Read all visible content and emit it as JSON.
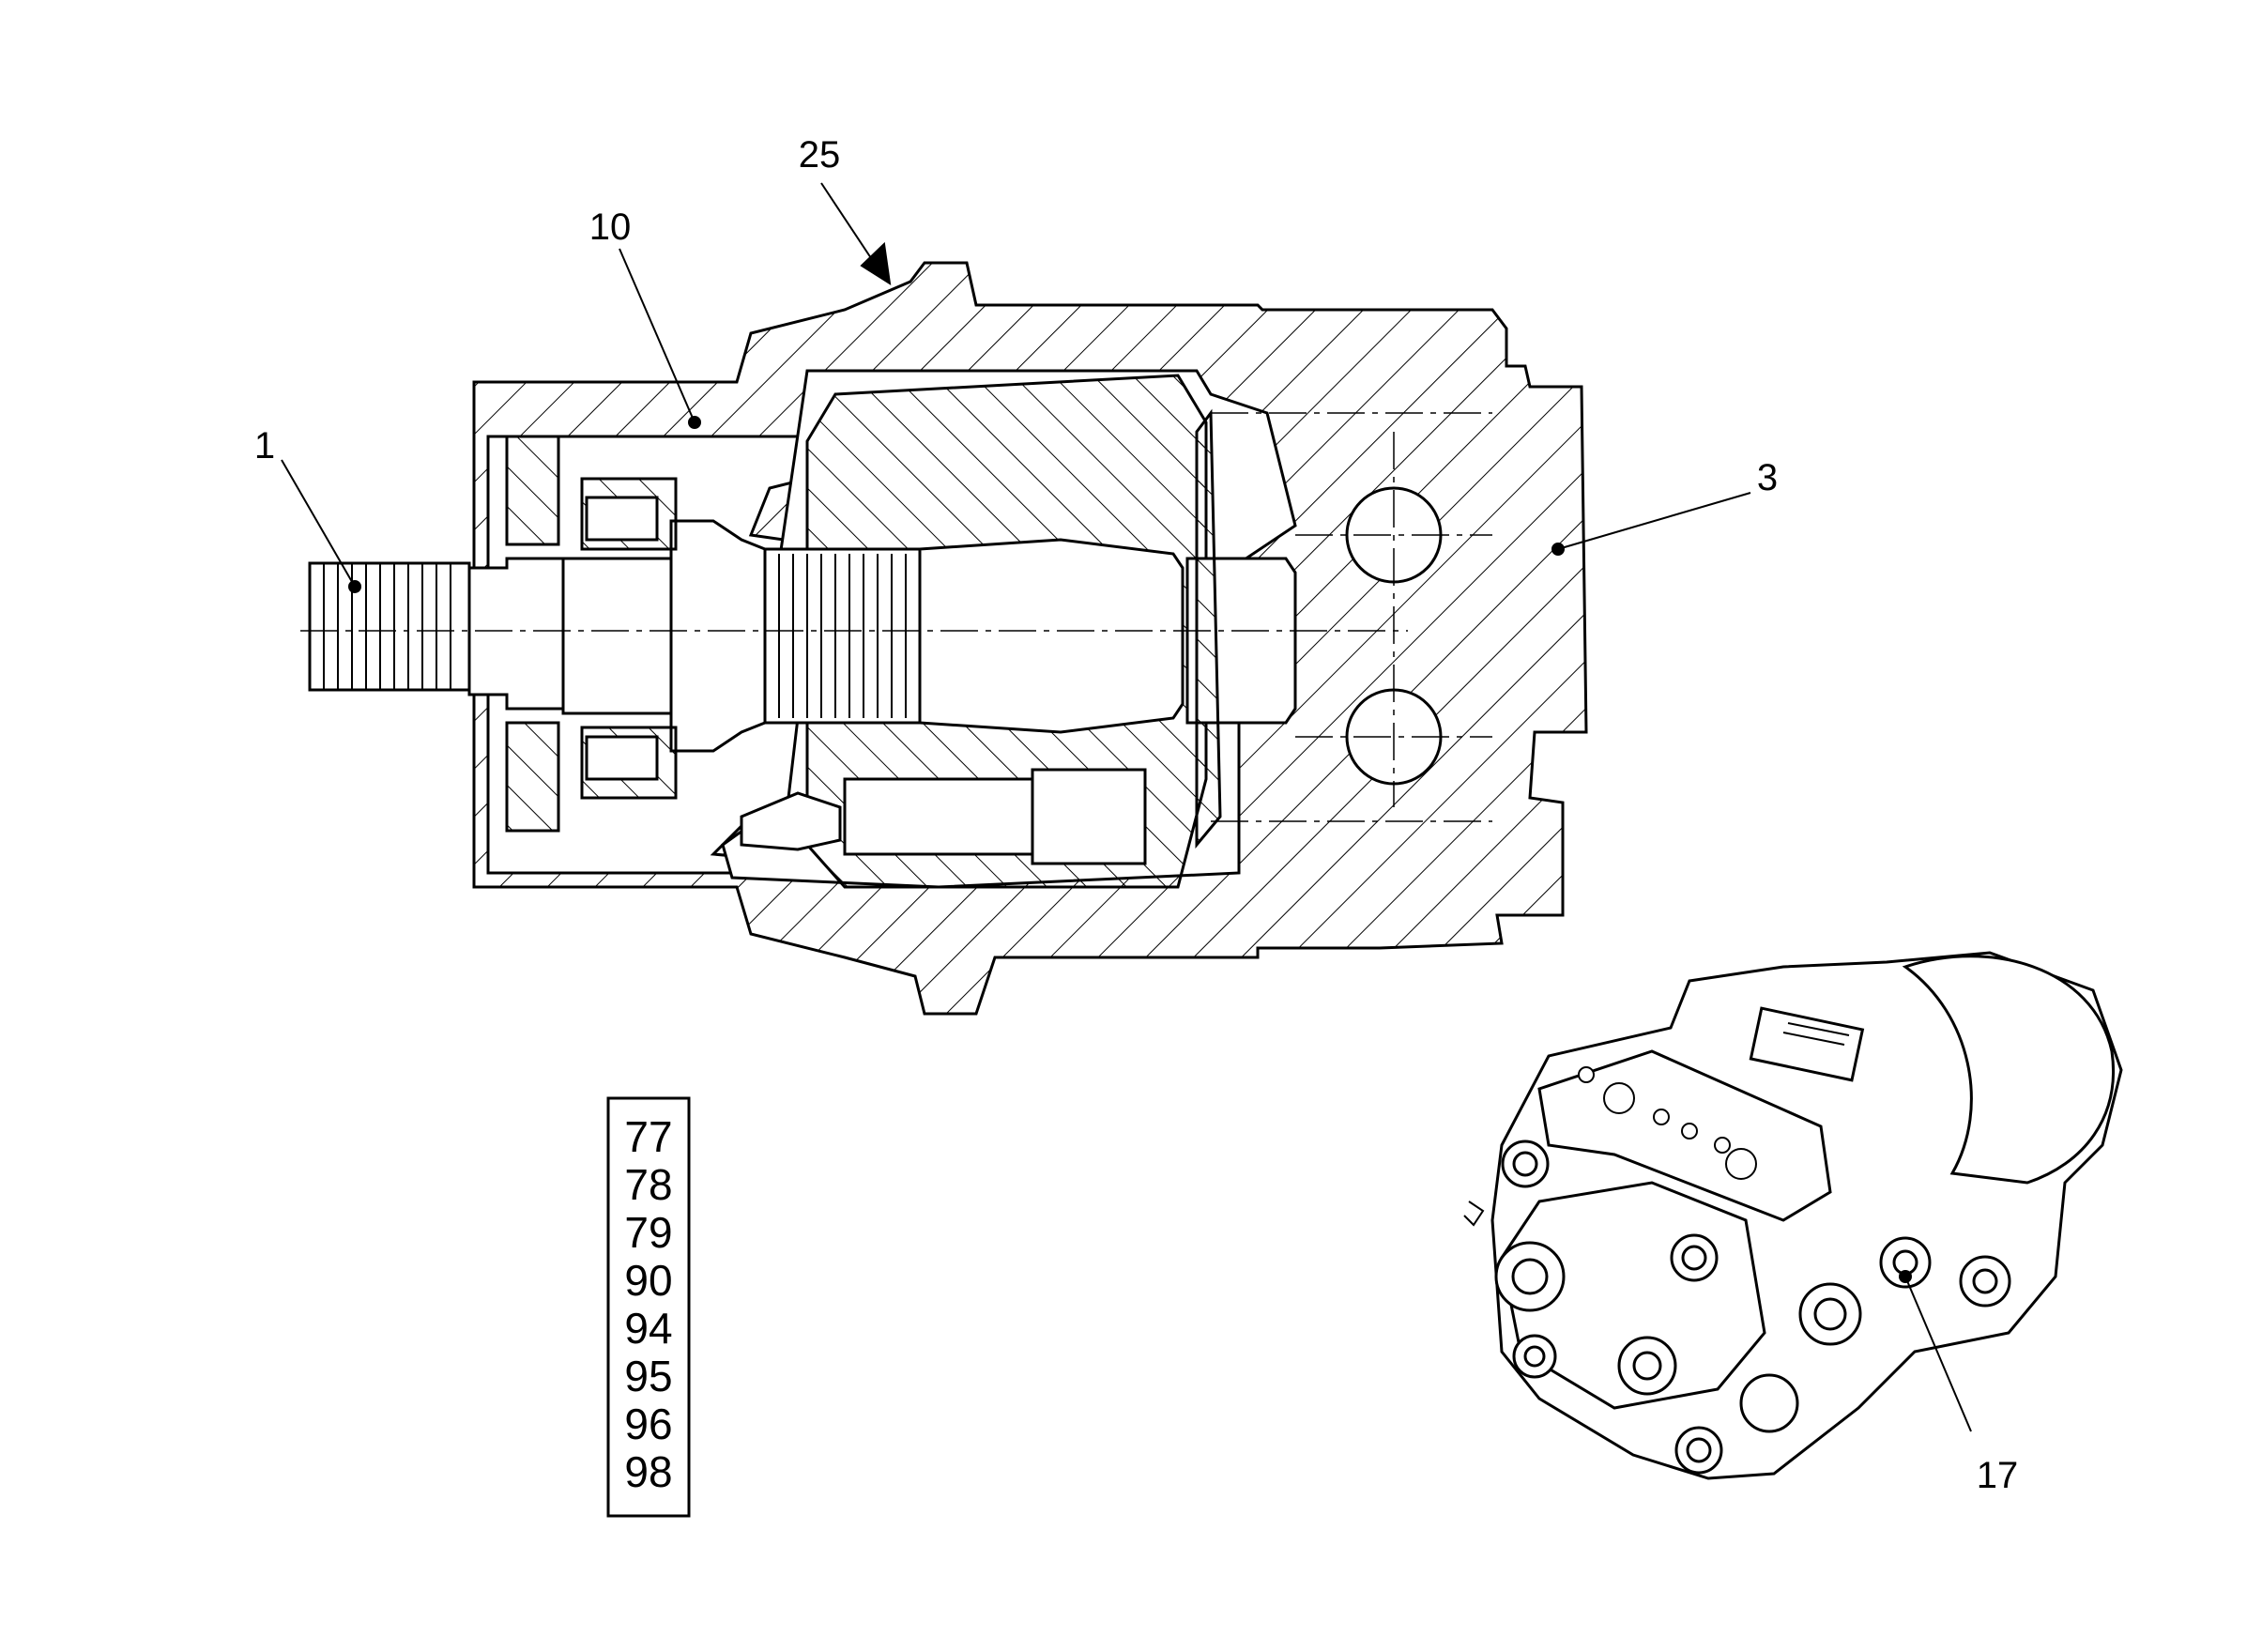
{
  "callouts": {
    "c1": "1",
    "c3": "3",
    "c10": "10",
    "c17": "17",
    "c25": "25"
  },
  "reference_box": {
    "numbers": [
      "77",
      "78",
      "79",
      "90",
      "94",
      "95",
      "96",
      "98"
    ]
  },
  "colors": {
    "line": "#000000",
    "background": "#ffffff"
  }
}
